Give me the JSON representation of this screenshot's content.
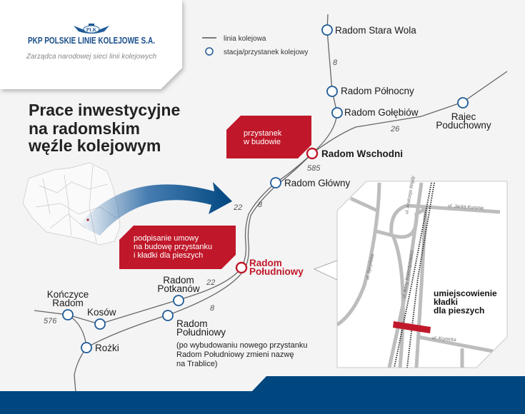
{
  "header": {
    "logo_text": "PLK",
    "company": "PKP POLSKIE LINIE KOLEJOWE S.A.",
    "tagline": "Zarządca narodowej sieci linii kolejowych"
  },
  "legend": {
    "line": "linia kolejowa",
    "station": "stacja/przystanek kolejowy"
  },
  "title": [
    "Prace inwestycyjne",
    "na radomskim",
    "węźle kolejowym"
  ],
  "callouts": {
    "under_construction": [
      "przystanek",
      "w budowie"
    ],
    "contract": [
      "podpisanie umowy",
      "na budowę przystanku",
      "i kładki dla pieszych"
    ]
  },
  "stations": {
    "stara_wola": "Radom Stara Wola",
    "polnocny": "Radom Północny",
    "golebiow": "Radom Gołębiów",
    "rajec": [
      "Rajec",
      "Poduchowny"
    ],
    "wschodni": "Radom Wschodni",
    "glowny": "Radom Główny",
    "poludniowy_new": [
      "Radom",
      "Południowy"
    ],
    "potkanow": [
      "Radom",
      "Potkanów"
    ],
    "poludniowy_old": [
      "Radom",
      "Południowy"
    ],
    "kosow": "Kosów",
    "konczyce": [
      "Kończyce",
      "Radom"
    ],
    "rozki": "Rożki"
  },
  "line_numbers": {
    "n8a": "8",
    "n26": "26",
    "n585": "585",
    "n22a": "22",
    "n8b": "8",
    "n22b": "22",
    "n8c": "8",
    "n576": "576"
  },
  "note": [
    "(po wybudowaniu nowego przystanku",
    "Radom Południowy zmieni nazwę",
    "na Trablice)"
  ],
  "inset": {
    "label": [
      "umiejscowienie",
      "kładki",
      "dla pieszych"
    ],
    "streets": {
      "wajdy": "ul. Andrzeja Wajdy",
      "kuronia": "ul. Jacka Kuronia",
      "sycynska": "ul. Sycyńska",
      "walentynowicz": "ul. Anny Walentynowicz",
      "krynicka": "ul. Krynicka"
    }
  },
  "colors": {
    "brand_blue": "#00467f",
    "accent_red": "#c0182a",
    "station_blue": "#1f5a96"
  }
}
